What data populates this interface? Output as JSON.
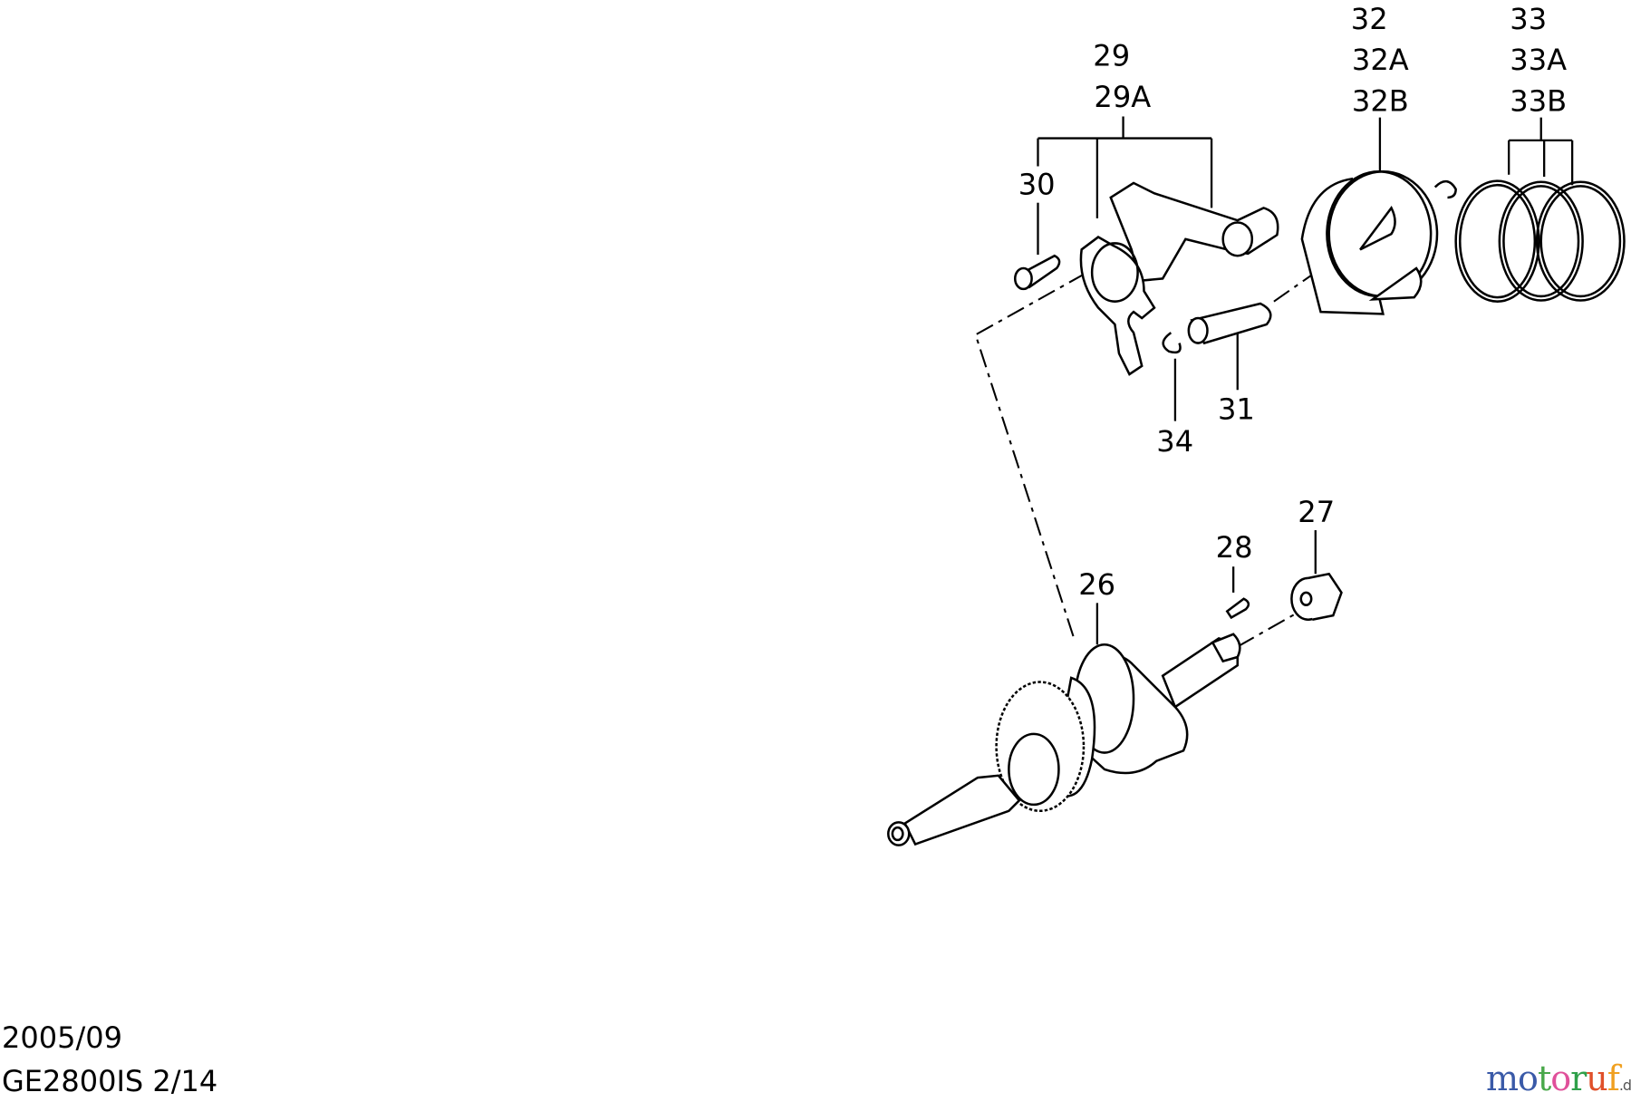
{
  "diagram": {
    "callouts": {
      "c26": "26",
      "c27": "27",
      "c28": "28",
      "c29": "29",
      "c29a": "29A",
      "c30": "30",
      "c31": "31",
      "c32": "32",
      "c32a": "32A",
      "c32b": "32B",
      "c33": "33",
      "c33a": "33A",
      "c33b": "33B",
      "c34": "34"
    }
  },
  "footer": {
    "date": "2005/09",
    "model_page": "GE2800IS 2/14"
  },
  "watermark": {
    "letters": [
      "m",
      "o",
      "t",
      "o",
      "r",
      "u",
      "f"
    ],
    "suffix": ".de",
    "colors": [
      "#3a5aa8",
      "#3a5aa8",
      "#49a84a",
      "#e0509a",
      "#2fa04a",
      "#e0502a",
      "#f0a020",
      "#e8c020"
    ]
  }
}
